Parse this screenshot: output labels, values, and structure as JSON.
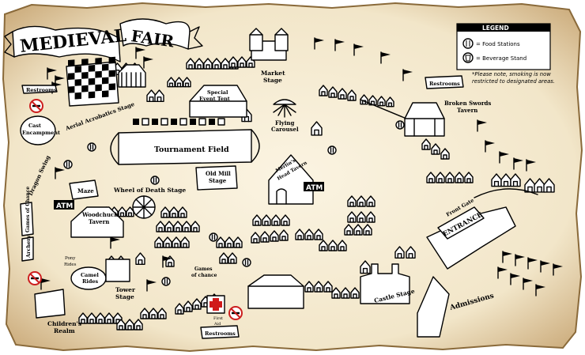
{
  "title": {
    "line1": "MEDIEVAL",
    "line2": "FAIR"
  },
  "legend": {
    "heading": "LEGEND",
    "items": [
      {
        "label": "= Food Stations",
        "icon": "fork-knife-icon"
      },
      {
        "label": "= Beverage Stand",
        "icon": "cup-icon"
      }
    ],
    "note_line1": "*Please note, smoking is now",
    "note_line2": "restricted to designated areas."
  },
  "locations": {
    "restrooms_top_left": "Restrooms",
    "aerial_stage": "Aerial Acrobatics Stage",
    "cast_encampment_l1": "Cast",
    "cast_encampment_l2": "Encampment",
    "tournament_field": "Tournament Field",
    "special_event_tent_l1": "Special",
    "special_event_tent_l2": "Event Tent",
    "market_stage_l1": "Market",
    "market_stage_l2": "Stage",
    "flying_carousel_l1": "Flying",
    "flying_carousel_l2": "Carousel",
    "restrooms_top_right": "Restrooms",
    "broken_swords_l1": "Broken Swords",
    "broken_swords_l2": "Tavern",
    "dragon_swing": "Dragon Swing",
    "maze": "Maze",
    "wheel_of_death": "Wheel of Death Stage",
    "old_mill_l1": "Old Mill",
    "old_mill_l2": "Stage",
    "merlins_tavern_l1": "Merlin's",
    "merlins_tavern_l2": "Head Tavern",
    "atm_left": "ATM",
    "atm_right": "ATM",
    "woodchuck_l1": "Woodchuck",
    "woodchuck_l2": "Tavern",
    "games_of_chance_side": "Games of Chance",
    "archery": "Archery",
    "pony_rides_l1": "Pony",
    "pony_rides_l2": "Rides",
    "camel_rides_l1": "Camel",
    "camel_rides_l2": "Rides",
    "tower_stage_l1": "Tower",
    "tower_stage_l2": "Stage",
    "games_of_chance_l1": "Games",
    "games_of_chance_l2": "of chance",
    "childrens_realm_l1": "Children's",
    "childrens_realm_l2": "Realm",
    "first_aid_l1": "First",
    "first_aid_l2": "Aid",
    "restrooms_bottom": "Restrooms",
    "castle_stage": "Castle Stage",
    "admissions": "Admissions",
    "entrance": "ENTRANCE",
    "front_gate": "Front Gate"
  },
  "colors": {
    "parchment": "#f2e6c9",
    "parchment_edge": "#8a6a3a",
    "ink": "#000000",
    "no_smoking_red": "#cc1f1f",
    "first_aid_red": "#d01a1a"
  }
}
